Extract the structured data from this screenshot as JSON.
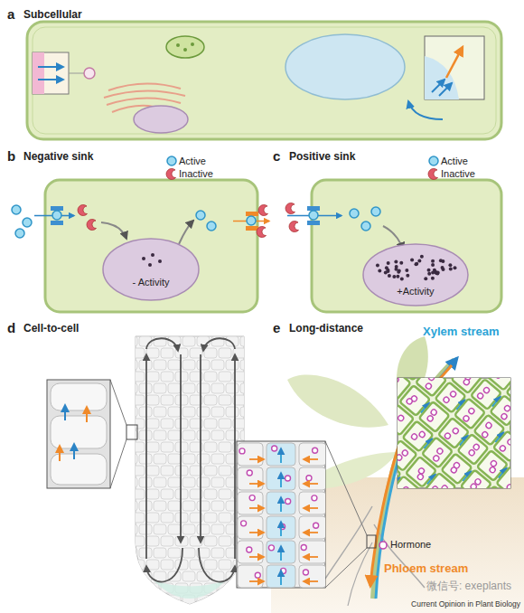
{
  "diagram": {
    "nodes": [
      {
        "text": [
          "- Activity"
        ]
      },
      {
        "text": [
          "+Activity"
        ]
      }
    ],
    "labels": [
      "a",
      "Subcellular",
      "b",
      "Negative sink",
      "c",
      "Positive sink",
      "d",
      "Cell-to-cell",
      "e",
      "Long-distance",
      "Xylem stream",
      "Phloem stream",
      "微信号: exeplants",
      "Current Opinion in Plant Biology"
    ],
    "legend": [
      {
        "text": "Active"
      },
      {
        "text": "Inactive"
      },
      {
        "text": "Active"
      },
      {
        "text": "Inactive"
      },
      {
        "text": "Hormone"
      }
    ]
  }
}
